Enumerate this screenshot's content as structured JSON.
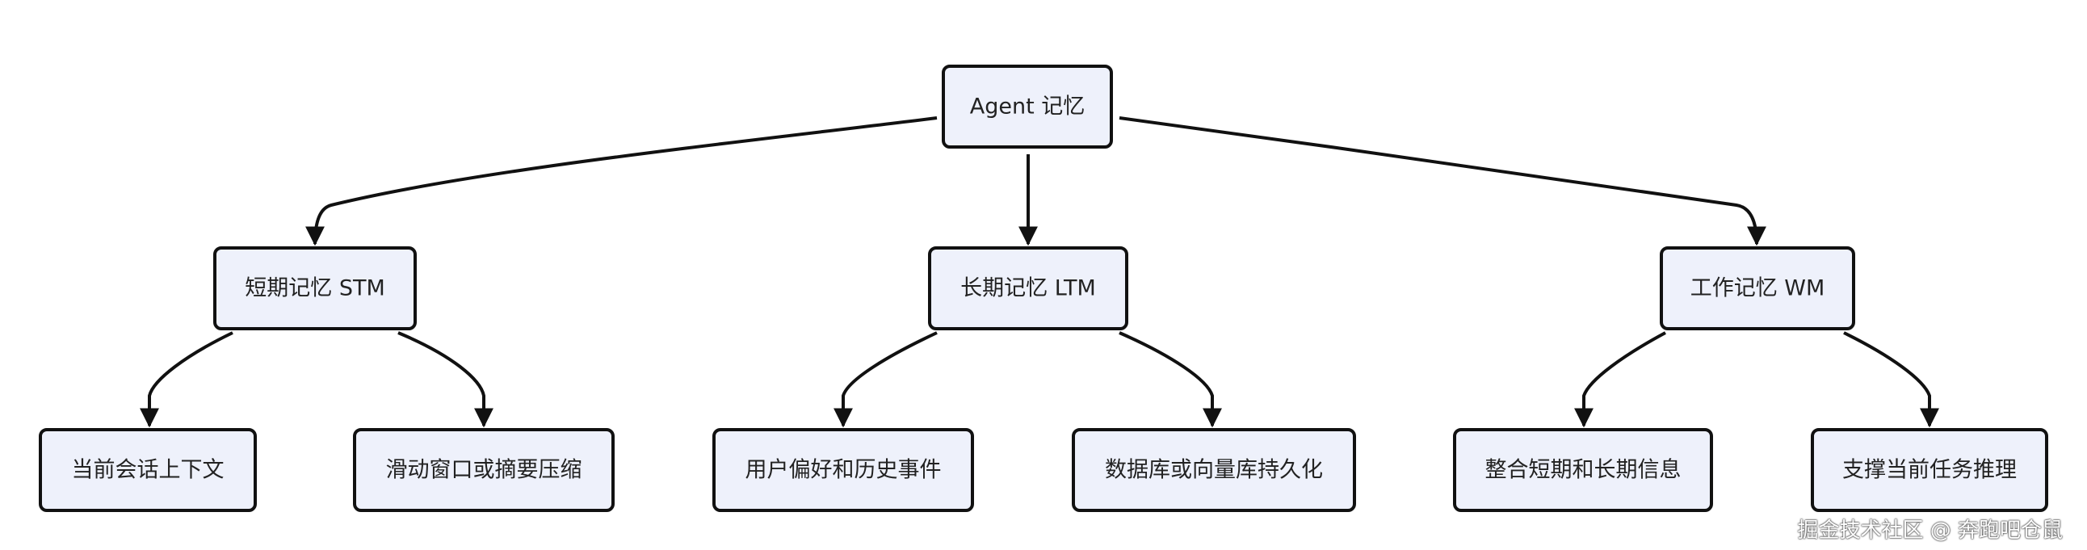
{
  "diagram": {
    "root": {
      "label": "Agent 记忆"
    },
    "branches": [
      {
        "label": "短期记忆 STM",
        "children": [
          {
            "label": "当前会话上下文"
          },
          {
            "label": "滑动窗口或摘要压缩"
          }
        ]
      },
      {
        "label": "长期记忆 LTM",
        "children": [
          {
            "label": "用户偏好和历史事件"
          },
          {
            "label": "数据库或向量库持久化"
          }
        ]
      },
      {
        "label": "工作记忆 WM",
        "children": [
          {
            "label": "整合短期和长期信息"
          },
          {
            "label": "支撑当前任务推理"
          }
        ]
      }
    ]
  },
  "watermark": "掘金技术社区 @ 奔跑吧仓鼠"
}
